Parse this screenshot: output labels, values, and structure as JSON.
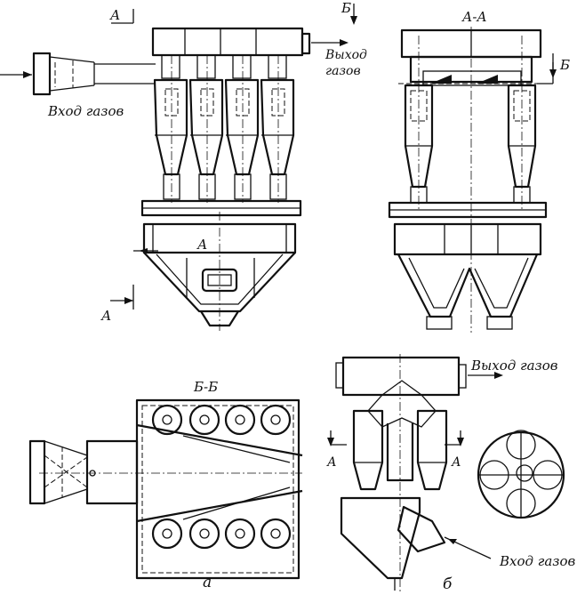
{
  "labels": {
    "gas_inlet": "Вход газов",
    "gas_outlet_line1": "Выход",
    "gas_outlet_line2": "газов",
    "gas_outlet_b": "Выход газов",
    "gas_inlet_b": "Вход газов",
    "section_aa": "А-А",
    "section_bb": "Б-Б",
    "mark_a": "А",
    "mark_b": "Б",
    "caption_a": "а",
    "caption_b": "б"
  }
}
